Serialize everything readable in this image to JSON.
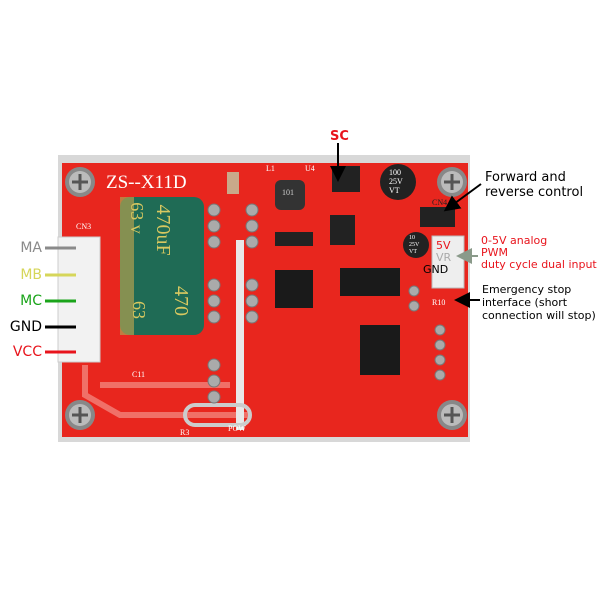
{
  "board": {
    "model": "ZS--X11D",
    "capacitor_main": {
      "line1": "470uF",
      "line2": "63 v",
      "line3": "470",
      "line4": "63"
    },
    "capacitor_small_1": [
      "100",
      "25V",
      "VT"
    ],
    "capacitor_small_2": [
      "10",
      "25V",
      "VT"
    ],
    "silkscreen": {
      "cn3": "CN3",
      "cn4": "CN4",
      "l1": "L1",
      "u4": "U4",
      "c11": "C11",
      "pow": "POW",
      "r3": "R3",
      "r10": "R10",
      "inductor": "101"
    }
  },
  "annotations": {
    "sc": "SC",
    "forward_reverse": [
      "Forward and",
      "reverse control"
    ],
    "speed_input": [
      "0-5V analog",
      "PWM",
      "duty cycle dual input"
    ],
    "speed_pins": {
      "v5": "5V",
      "vr": "VR",
      "gnd": "GND"
    },
    "emergency_stop": [
      "Emergency stop",
      "interface (short",
      "connection will stop)"
    ]
  },
  "pins": [
    {
      "label": "MA",
      "color": "#8a8a8a"
    },
    {
      "label": "MB",
      "color": "#d6d65a"
    },
    {
      "label": "MC",
      "color": "#1aa41a"
    },
    {
      "label": "GND",
      "color": "#000000"
    },
    {
      "label": "VCC",
      "color": "#e8141c"
    }
  ],
  "colors": {
    "board": "#e8261e",
    "annotation_red": "#e8141c",
    "capacitor": "#1f6b55"
  }
}
